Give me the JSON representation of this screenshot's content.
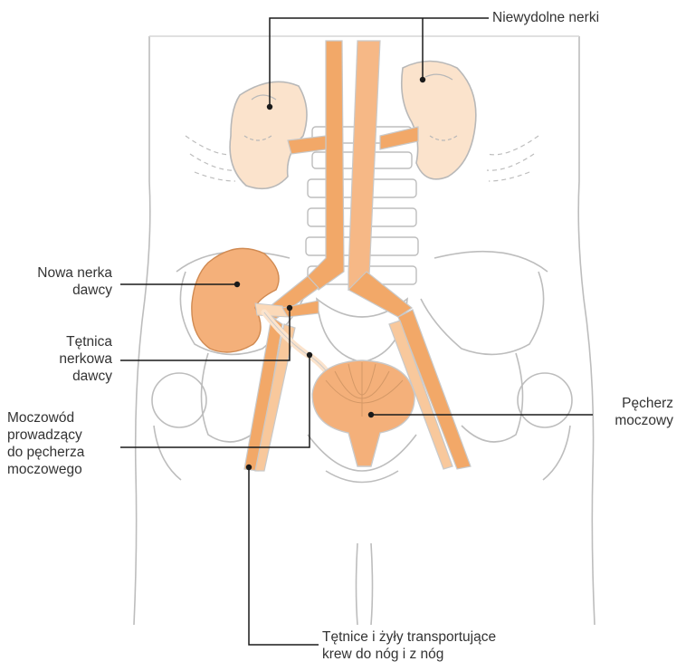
{
  "labels": {
    "failed_kidneys": "Niewydolne nerki",
    "new_kidney": [
      "Nowa nerka",
      "dawcy"
    ],
    "donor_artery": [
      "Tętnica",
      "nerkowa",
      "dawcy"
    ],
    "ureter": [
      "Moczowód",
      "prowadzący",
      "do pęcherza",
      "moczowego"
    ],
    "bladder": [
      "Pęcherz",
      "moczowy"
    ],
    "leg_vessels": [
      "Tętnice i żyły transportujące",
      "krew do nóg i z nóg"
    ]
  },
  "colors": {
    "outline": "#b8b8b8",
    "organ_fill": "#f4b07a",
    "organ_light": "#fbd9b8",
    "failed_kidney_fill": "#fbe3cc",
    "vessel_fill": "#f2a868",
    "leader_line": "#1a1a1a",
    "text": "#333333"
  }
}
